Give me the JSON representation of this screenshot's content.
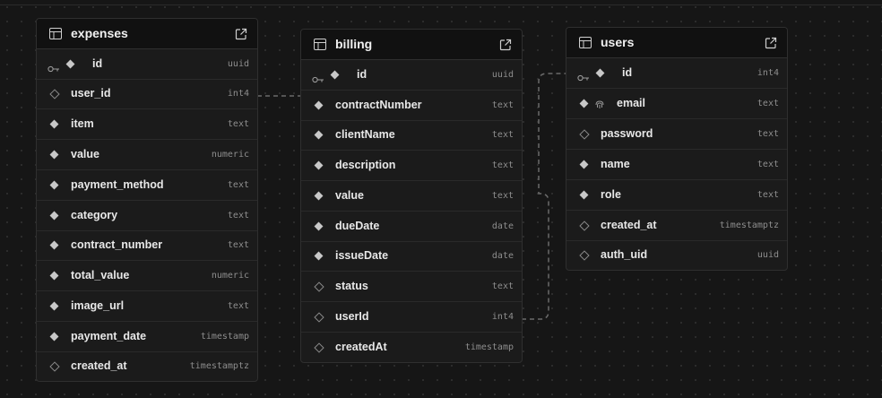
{
  "tables": [
    {
      "id": "expenses",
      "name": "expenses",
      "columns": [
        {
          "name": "id",
          "type": "uuid",
          "marker": "primary"
        },
        {
          "name": "user_id",
          "type": "int4",
          "marker": "nullable"
        },
        {
          "name": "item",
          "type": "text",
          "marker": "required"
        },
        {
          "name": "value",
          "type": "numeric",
          "marker": "required"
        },
        {
          "name": "payment_method",
          "type": "text",
          "marker": "required"
        },
        {
          "name": "category",
          "type": "text",
          "marker": "required"
        },
        {
          "name": "contract_number",
          "type": "text",
          "marker": "required"
        },
        {
          "name": "total_value",
          "type": "numeric",
          "marker": "required"
        },
        {
          "name": "image_url",
          "type": "text",
          "marker": "required"
        },
        {
          "name": "payment_date",
          "type": "timestamp",
          "marker": "required"
        },
        {
          "name": "created_at",
          "type": "timestamptz",
          "marker": "nullable"
        }
      ]
    },
    {
      "id": "billing",
      "name": "billing",
      "columns": [
        {
          "name": "id",
          "type": "uuid",
          "marker": "primary"
        },
        {
          "name": "contractNumber",
          "type": "text",
          "marker": "required"
        },
        {
          "name": "clientName",
          "type": "text",
          "marker": "required"
        },
        {
          "name": "description",
          "type": "text",
          "marker": "required"
        },
        {
          "name": "value",
          "type": "text",
          "marker": "required"
        },
        {
          "name": "dueDate",
          "type": "date",
          "marker": "required"
        },
        {
          "name": "issueDate",
          "type": "date",
          "marker": "required"
        },
        {
          "name": "status",
          "type": "text",
          "marker": "nullable"
        },
        {
          "name": "userId",
          "type": "int4",
          "marker": "nullable"
        },
        {
          "name": "createdAt",
          "type": "timestamp",
          "marker": "nullable"
        }
      ]
    },
    {
      "id": "users",
      "name": "users",
      "columns": [
        {
          "name": "id",
          "type": "int4",
          "marker": "primary"
        },
        {
          "name": "email",
          "type": "text",
          "marker": "unique"
        },
        {
          "name": "password",
          "type": "text",
          "marker": "nullable"
        },
        {
          "name": "name",
          "type": "text",
          "marker": "required"
        },
        {
          "name": "role",
          "type": "text",
          "marker": "required"
        },
        {
          "name": "created_at",
          "type": "timestamptz",
          "marker": "nullable"
        },
        {
          "name": "auth_uid",
          "type": "uuid",
          "marker": "nullable"
        }
      ]
    }
  ],
  "relationships": [
    {
      "from": "expenses.user_id",
      "to": "billing"
    },
    {
      "from": "billing.userId",
      "to": "users.id"
    }
  ]
}
